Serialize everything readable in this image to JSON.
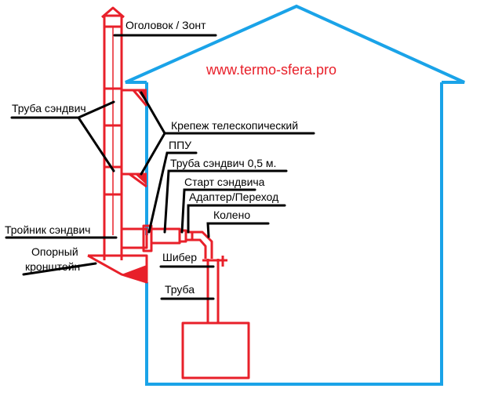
{
  "website": "www.termo-sfera.pro",
  "labels": {
    "cap": "Оголовок / Зонт",
    "sandwich_pipe": "Труба сэндвич",
    "telescopic_mount": "Крепеж телескопический",
    "ppu": "ППУ",
    "sandwich_pipe_05": "Труба сэндвич 0,5 м.",
    "sandwich_start": "Старт сэндвича",
    "adapter": "Адаптер/Переход",
    "elbow": "Колено",
    "tee": "Тройник сэндвич",
    "support_bracket_line1": "Опорный",
    "support_bracket_line2": "кронштейн",
    "damper": "Шибер",
    "pipe": "Труба"
  },
  "colors": {
    "house": "#1aa3e8",
    "chimney": "#e8202a",
    "url": "#e8202a",
    "leader": "#000000"
  }
}
